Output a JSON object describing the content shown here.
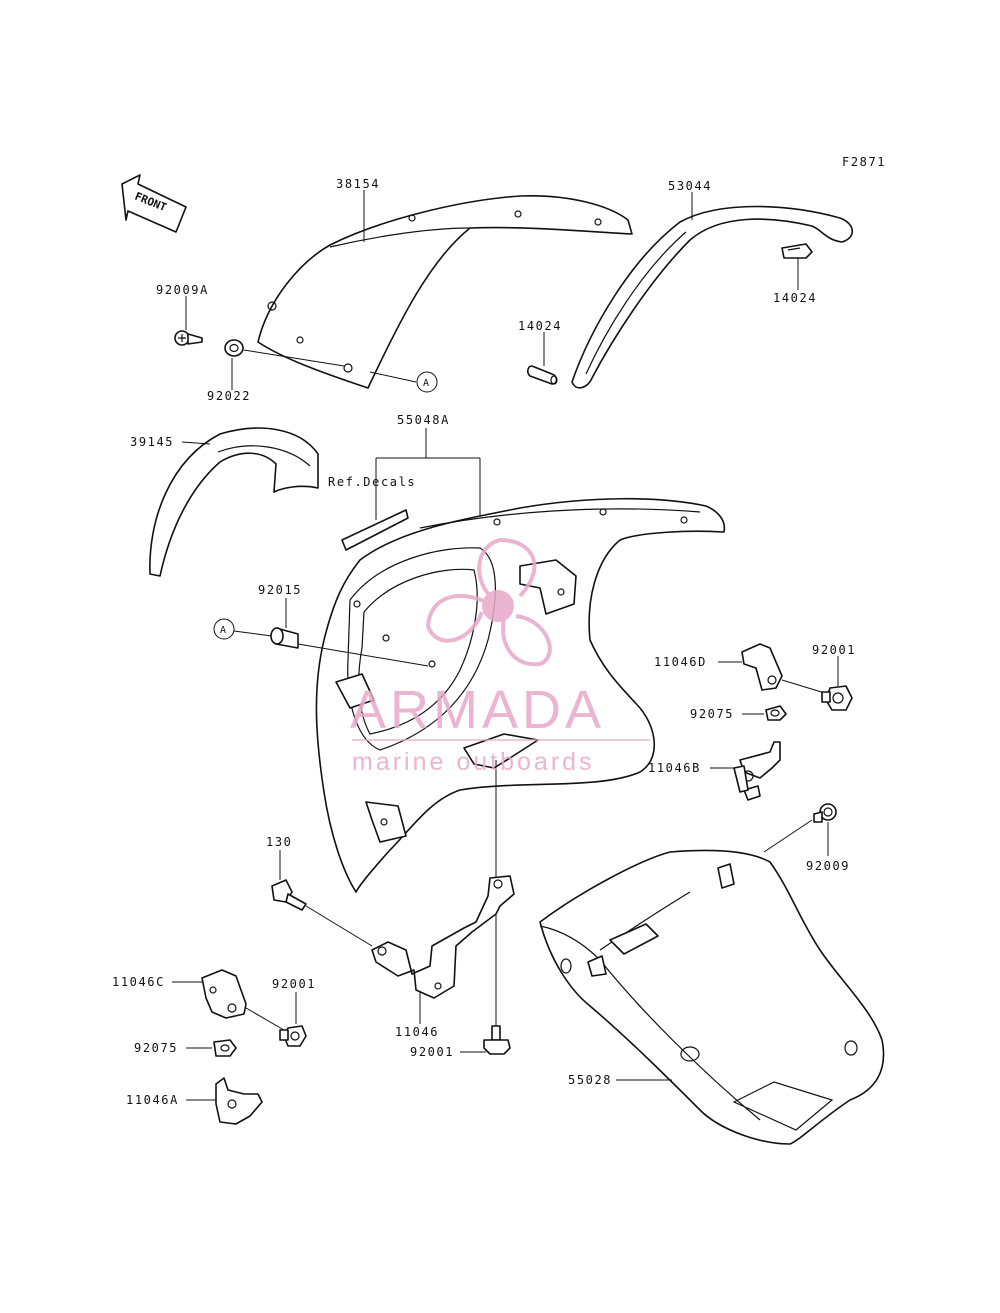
{
  "figure_id": "F2871",
  "front_arrow": {
    "label": "FRONT"
  },
  "callouts": {
    "a_top": "A",
    "a_mid": "A"
  },
  "parts": {
    "p38154": "38154",
    "p53044": "53044",
    "p92009A": "92009A",
    "p14024_top": "14024",
    "p14024_mid": "14024",
    "p92022": "92022",
    "p55048A": "55048A",
    "p39145": "39145",
    "ref_decals": "Ref.Decals",
    "p92015": "92015",
    "p11046D": "11046D",
    "p92001_r": "92001",
    "p92075_r": "92075",
    "p11046B": "11046B",
    "p130": "130",
    "p92009": "92009",
    "p11046C": "11046C",
    "p92001_l": "92001",
    "p11046": "11046",
    "p92075_l": "92075",
    "p92001_c": "92001",
    "p55028": "55028",
    "p11046A": "11046A"
  },
  "watermark": {
    "brand": "ARMADA",
    "tagline": "marine outboards",
    "color": "#e8a9c9"
  }
}
